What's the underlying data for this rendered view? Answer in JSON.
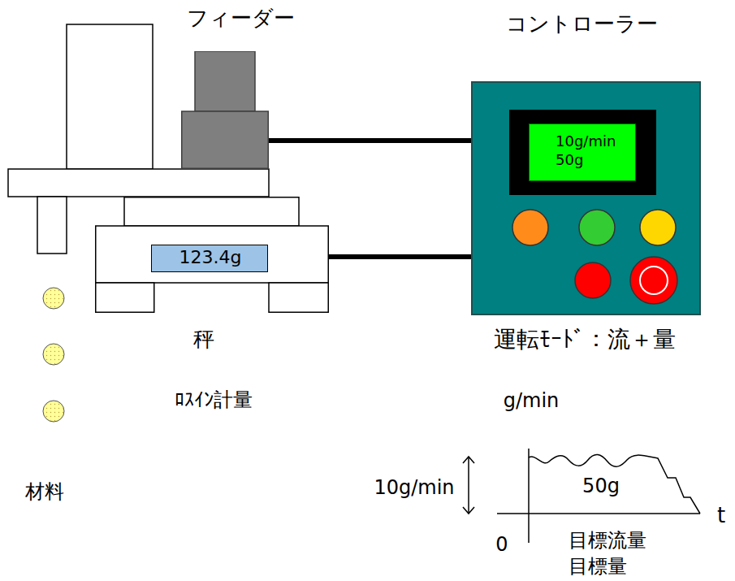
{
  "diagram": {
    "nodes": [
      {
        "text": [
          "フィーダー"
        ]
      },
      {
        "text": [
          "コントローラー"
        ]
      },
      {
        "text": [
          "10g/min",
          "50g"
        ],
        "in": 1
      },
      {
        "text": [
          "秤"
        ]
      },
      {
        "text": [
          "123.4g"
        ],
        "in": 3
      }
    ],
    "edges": [
      {
        "from": 0,
        "to": 1,
        "arrow": "none"
      },
      {
        "from": 3,
        "to": 1,
        "arrow": "none"
      }
    ],
    "labels": [
      "ﾛｽｲﾝ計量",
      "材料",
      "運転ﾓｰﾄﾞ：流＋量",
      "g/min",
      "10g/min",
      "50g",
      "0",
      "t",
      "目標流量",
      "目標量"
    ]
  }
}
